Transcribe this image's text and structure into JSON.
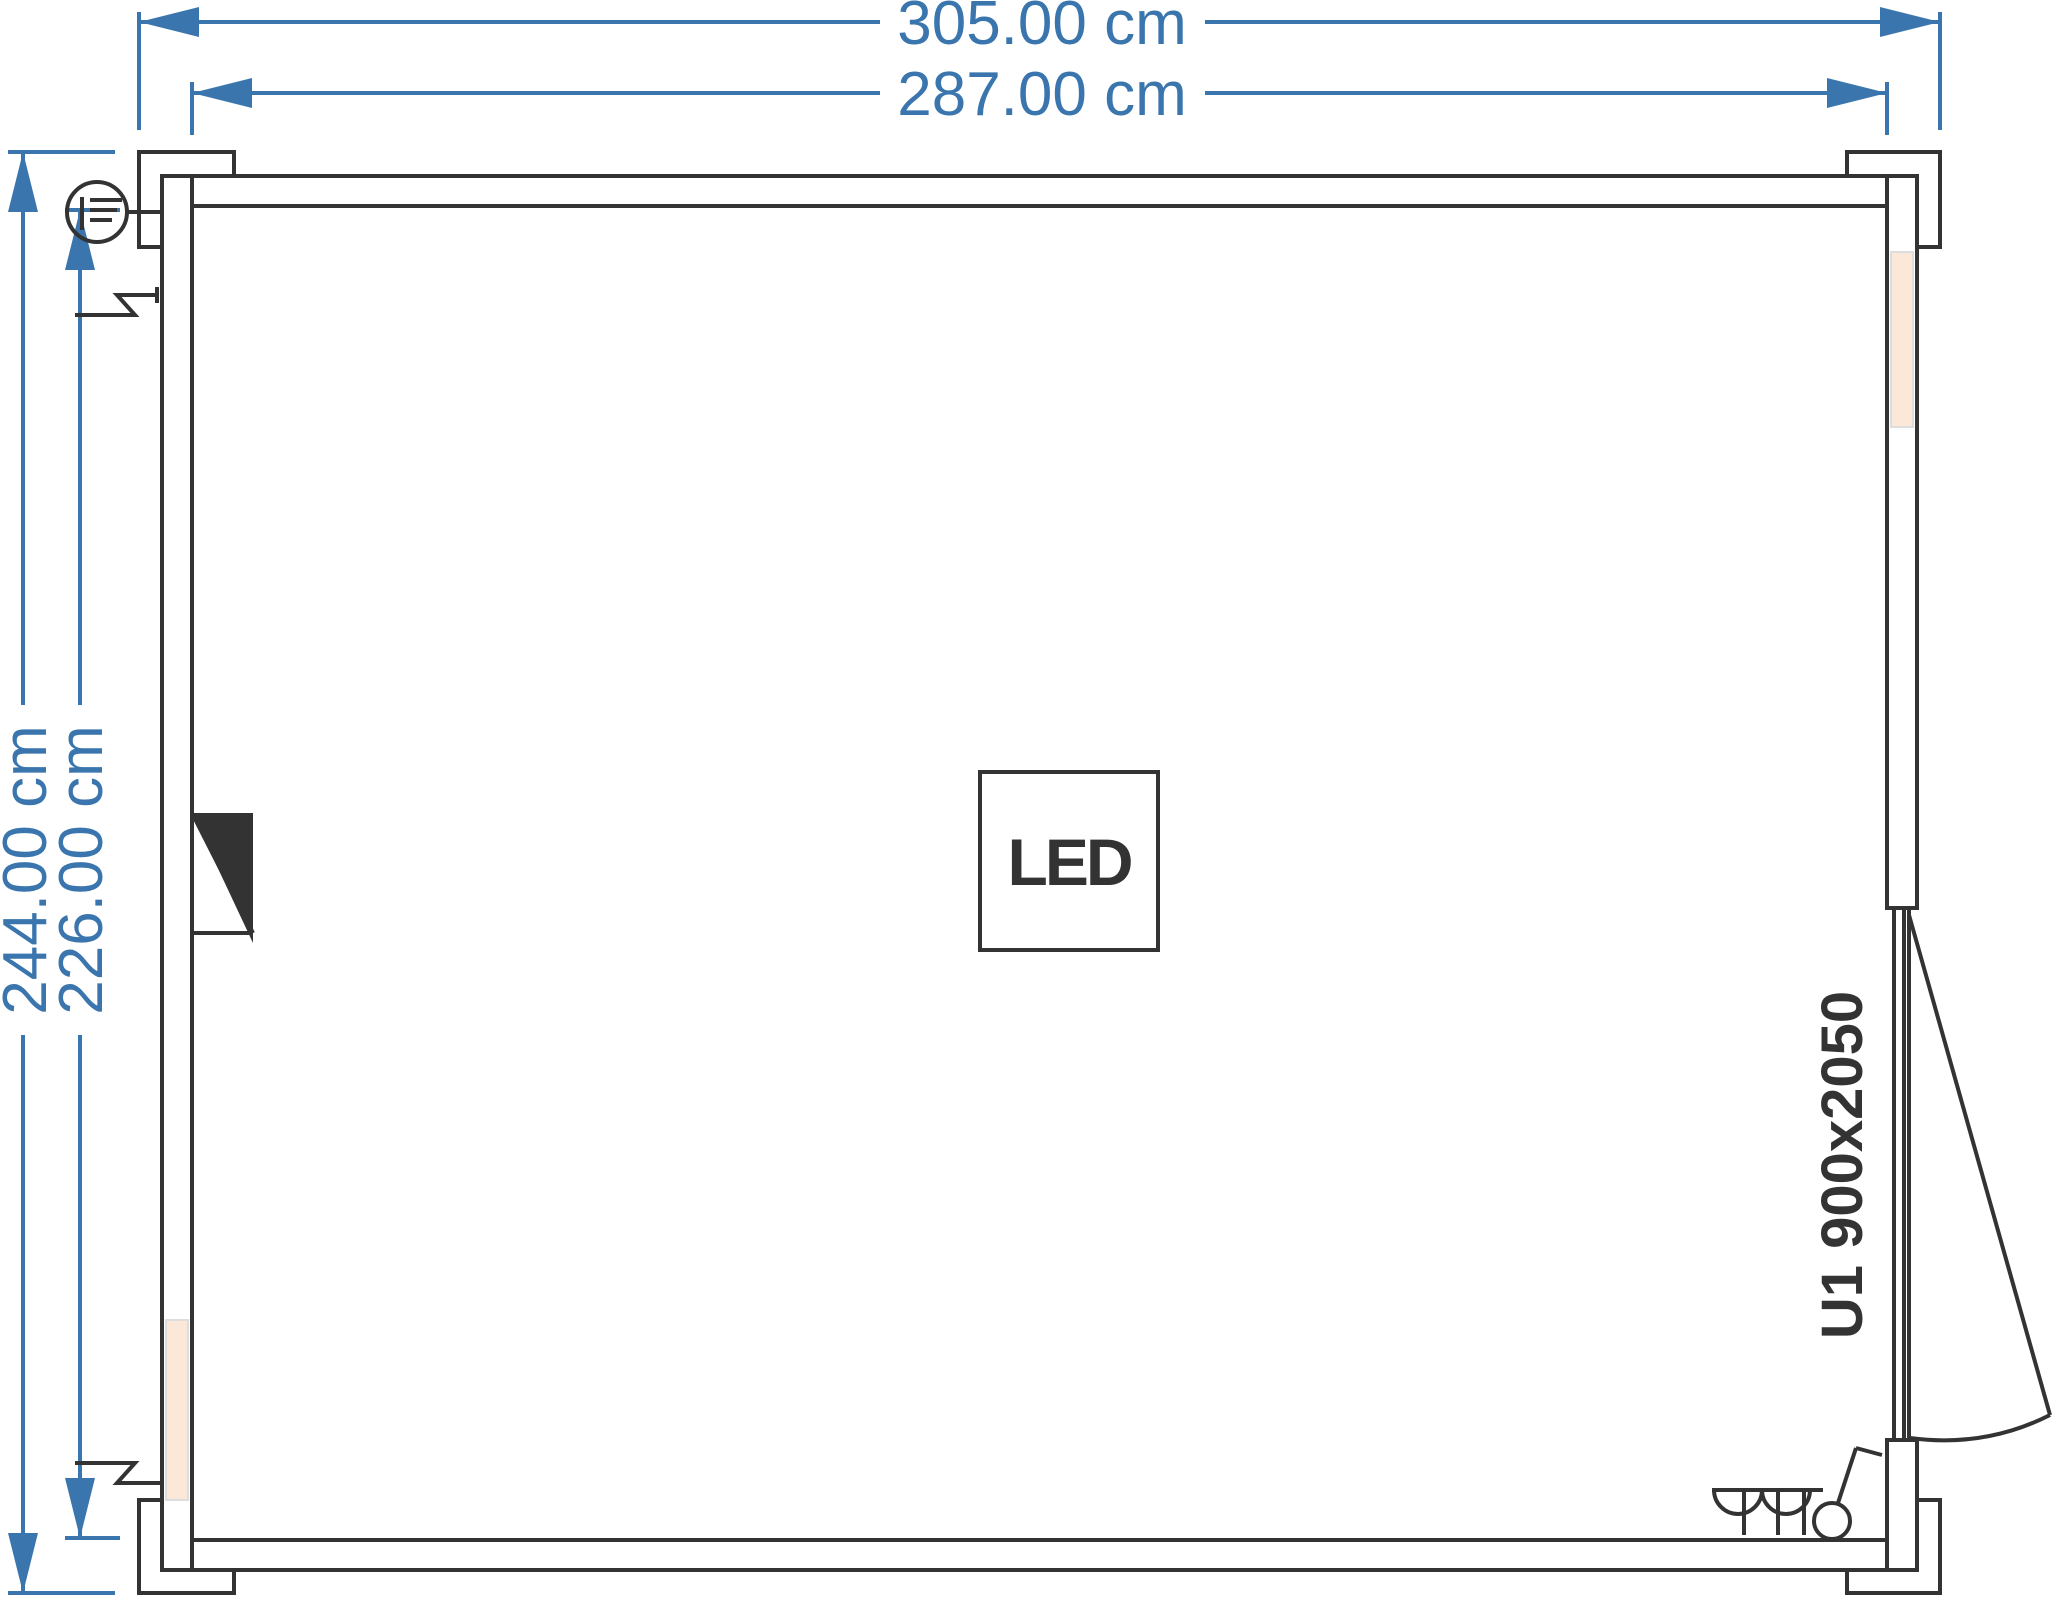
{
  "dimensions": {
    "outer_width": "305.00 cm",
    "inner_width": "287.00 cm",
    "outer_height": "244.00 cm",
    "inner_height": "226.00 cm"
  },
  "labels": {
    "led": "LED",
    "door": "U1 900x2050"
  },
  "colors": {
    "dimension": "#3a76ad",
    "wall": "#333333",
    "window": "#fce8d8",
    "background": "#ffffff"
  },
  "icons": [
    "ground-symbol-icon",
    "power-inlet-icon",
    "electrical-outlet-icon",
    "switch-icon",
    "led-light-icon",
    "heater-icon",
    "door-swing-icon",
    "window-icon"
  ]
}
